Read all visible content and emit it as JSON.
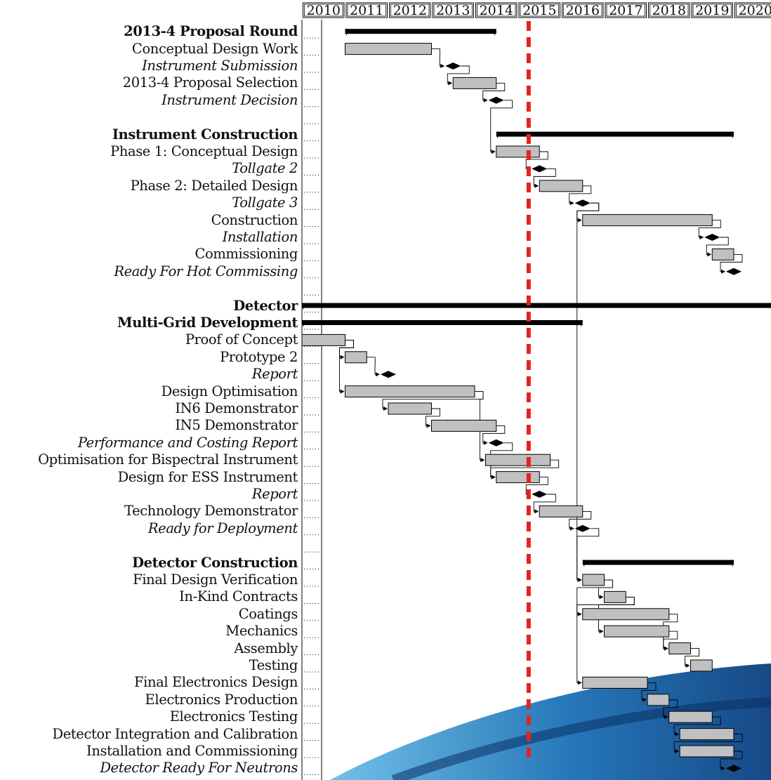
{
  "chart_data": {
    "type": "gantt",
    "years": [
      "2010",
      "2011",
      "2012",
      "2013",
      "2014",
      "2015",
      "2016",
      "2017",
      "2018",
      "2019",
      "2020"
    ],
    "today_marker": 2015.25,
    "colors": {
      "task_fill": "#c0c0c0",
      "today_line": "#e5231c",
      "group_bar": "#000000",
      "background_swoosh": "#1a6fb5"
    },
    "rows": [
      {
        "label": "2013-4 Proposal Round",
        "kind": "group",
        "start": 2011.0,
        "end": 2014.5
      },
      {
        "label": "Conceptual Design Work",
        "kind": "task",
        "start": 2011.0,
        "end": 2013.0
      },
      {
        "label": "Instrument Submission",
        "kind": "milestone",
        "at": 2013.5
      },
      {
        "label": "2013-4 Proposal Selection",
        "kind": "task",
        "start": 2013.5,
        "end": 2014.5
      },
      {
        "label": "Instrument Decision",
        "kind": "milestone",
        "at": 2014.5
      },
      {
        "label": "",
        "kind": "spacer"
      },
      {
        "label": "Instrument Construction",
        "kind": "group",
        "start": 2014.5,
        "end": 2020.0
      },
      {
        "label": "Phase 1: Conceptual Design",
        "kind": "task",
        "start": 2014.5,
        "end": 2015.5
      },
      {
        "label": "Tollgate 2",
        "kind": "milestone",
        "at": 2015.5
      },
      {
        "label": "Phase 2: Detailed Design",
        "kind": "task",
        "start": 2015.5,
        "end": 2016.5
      },
      {
        "label": "Tollgate 3",
        "kind": "milestone",
        "at": 2016.5
      },
      {
        "label": "Construction",
        "kind": "task",
        "start": 2016.5,
        "end": 2019.5
      },
      {
        "label": "Installation",
        "kind": "milestone",
        "at": 2019.5
      },
      {
        "label": "Commissioning",
        "kind": "task",
        "start": 2019.5,
        "end": 2020.0
      },
      {
        "label": "Ready For Hot Commissing",
        "kind": "milestone",
        "at": 2020.0
      },
      {
        "label": "",
        "kind": "spacer"
      },
      {
        "label": "Detector",
        "kind": "group",
        "start": 2010.0,
        "end": 2020.9
      },
      {
        "label": "Multi-Grid Development",
        "kind": "group",
        "start": 2010.0,
        "end": 2016.5
      },
      {
        "label": "Proof of Concept",
        "kind": "task",
        "start": 2010.0,
        "end": 2011.0
      },
      {
        "label": "Prototype 2",
        "kind": "task",
        "start": 2011.0,
        "end": 2011.5
      },
      {
        "label": "Report",
        "kind": "milestone",
        "at": 2012.0
      },
      {
        "label": "Design Optimisation",
        "kind": "task",
        "start": 2011.0,
        "end": 2014.0
      },
      {
        "label": "IN6 Demonstrator",
        "kind": "task",
        "start": 2012.0,
        "end": 2013.0
      },
      {
        "label": "IN5 Demonstrator",
        "kind": "task",
        "start": 2013.0,
        "end": 2014.5
      },
      {
        "label": "Performance and Costing Report",
        "kind": "milestone",
        "at": 2014.5
      },
      {
        "label": "Optimisation for Bispectral Instrument",
        "kind": "task",
        "start": 2014.25,
        "end": 2015.75
      },
      {
        "label": "Design for ESS Instrument",
        "kind": "task",
        "start": 2014.5,
        "end": 2015.5
      },
      {
        "label": "Report",
        "kind": "milestone",
        "at": 2015.5
      },
      {
        "label": "Technology Demonstrator",
        "kind": "task",
        "start": 2015.5,
        "end": 2016.5
      },
      {
        "label": "Ready for Deployment",
        "kind": "milestone",
        "at": 2016.5
      },
      {
        "label": "",
        "kind": "spacer"
      },
      {
        "label": "Detector Construction",
        "kind": "group",
        "start": 2016.5,
        "end": 2020.0
      },
      {
        "label": "Final Design Verification",
        "kind": "task",
        "start": 2016.5,
        "end": 2017.0
      },
      {
        "label": "In-Kind Contracts",
        "kind": "task",
        "start": 2017.0,
        "end": 2017.5
      },
      {
        "label": "Coatings",
        "kind": "task",
        "start": 2016.5,
        "end": 2018.5
      },
      {
        "label": "Mechanics",
        "kind": "task",
        "start": 2017.0,
        "end": 2018.5
      },
      {
        "label": "Assembly",
        "kind": "task",
        "start": 2018.5,
        "end": 2019.0
      },
      {
        "label": "Testing",
        "kind": "task",
        "start": 2019.0,
        "end": 2019.5
      },
      {
        "label": "Final Electronics Design",
        "kind": "task",
        "start": 2016.5,
        "end": 2018.0
      },
      {
        "label": "Electronics Production",
        "kind": "task",
        "start": 2018.0,
        "end": 2018.5
      },
      {
        "label": "Electronics Testing",
        "kind": "task",
        "start": 2018.5,
        "end": 2019.5
      },
      {
        "label": "Detector Integration and Calibration",
        "kind": "task",
        "start": 2018.75,
        "end": 2020.0
      },
      {
        "label": "Installation and Commissioning",
        "kind": "task",
        "start": 2018.75,
        "end": 2020.0
      },
      {
        "label": "Detector Ready For Neutrons",
        "kind": "milestone",
        "at": 2020.0
      }
    ],
    "links": [
      [
        1,
        2
      ],
      [
        2,
        3
      ],
      [
        3,
        4
      ],
      [
        4,
        7
      ],
      [
        7,
        8
      ],
      [
        8,
        9
      ],
      [
        9,
        10
      ],
      [
        10,
        11
      ],
      [
        11,
        12
      ],
      [
        12,
        13
      ],
      [
        13,
        14
      ],
      [
        18,
        19
      ],
      [
        18,
        21
      ],
      [
        19,
        20
      ],
      [
        21,
        22
      ],
      [
        22,
        23
      ],
      [
        23,
        24
      ],
      [
        24,
        26
      ],
      [
        21,
        25
      ],
      [
        25,
        26
      ],
      [
        26,
        27
      ],
      [
        27,
        28
      ],
      [
        28,
        29
      ],
      [
        29,
        32
      ],
      [
        10,
        32
      ],
      [
        32,
        33
      ],
      [
        33,
        34
      ],
      [
        33,
        35
      ],
      [
        34,
        36
      ],
      [
        35,
        36
      ],
      [
        36,
        37
      ],
      [
        32,
        38
      ],
      [
        38,
        39
      ],
      [
        39,
        40
      ],
      [
        40,
        41
      ],
      [
        41,
        42
      ],
      [
        42,
        43
      ]
    ]
  }
}
